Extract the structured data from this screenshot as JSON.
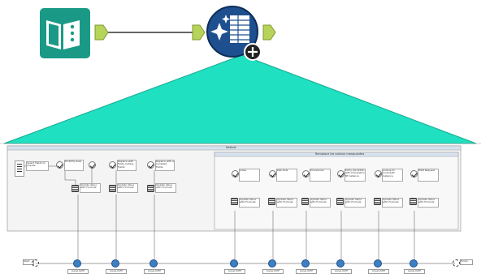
{
  "colors": {
    "input_tool": "#1a9a86",
    "expanded_tool": "#1e4f8f",
    "connector": "#b6d35a",
    "zoom_fill": "#1fe0c0",
    "container_header": "#d7e3ef",
    "container_body": "#f5f5f5",
    "formula_icon": "#4a4a4a",
    "tool_blue": "#3d7fc0"
  },
  "top_workflow": {
    "input_tool_icon": "book-data-icon",
    "macro_tool_icon": "sparkle-table-icon",
    "plus_badge_icon": "plus-icon"
  },
  "containers": {
    "outer_title": "Nettoie",
    "inner_title": "Remplace les valeurs manquantes"
  },
  "left_group": {
    "select_label": "Select Fields to Impute",
    "filters": [
      {
        "label": "Find(FS) Uses"
      },
      {
        "label": "Replace with Mode Calling Fields"
      },
      {
        "label": "Replace with a Constant Fields"
      }
    ],
    "formula_labels": [
      "Update Value with Formula",
      "Update Value with Formula",
      "Update Value with Formula"
    ]
  },
  "right_group": {
    "filters": [
      {
        "label": "Lotes"
      },
      {
        "label": "Plat Dots"
      },
      {
        "label": "Procedures"
      },
      {
        "label": "Entry Job Attrib. with Imputation Bf Instance"
      },
      {
        "label": "Lookup to Coding Bf Instance"
      },
      {
        "label": "DSM Request"
      }
    ],
    "formula_labels": [
      "Update Value with Formula",
      "Update Value with Formula",
      "Update Value with Formula",
      "Update Value with Formula",
      "Update Value with Formula",
      "Update Value with Formula"
    ]
  },
  "bottom_row": {
    "start_label": "Start",
    "end_label": "Finish",
    "node_labels": [
      "Lignes DATE",
      "Lignes DATE",
      "Lignes DATE",
      "Lignes DATE",
      "Lignes DATE",
      "Lignes DATE",
      "Lignes DATE",
      "Lignes DATE",
      "Lignes DATE",
      "Lignes DATE"
    ]
  }
}
